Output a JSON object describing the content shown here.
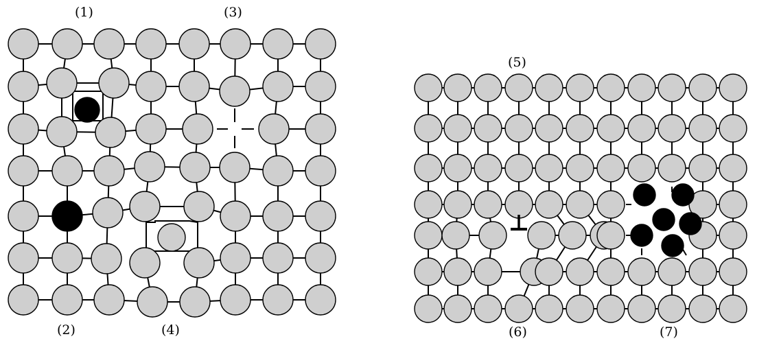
{
  "figure": {
    "labels": {
      "interstitial_impurity": "(1)",
      "substitutional_impurity": "(2)",
      "vacancy": "(3)",
      "self_interstitial": "(4)",
      "dislocation_top": "(5)",
      "dislocation_bottom": "(6)",
      "precipitate": "(7)"
    },
    "colors": {
      "host_atom_fill": "#cfcfcf",
      "atom_stroke": "#000000",
      "impurity_fill": "#000000",
      "bond": "#000000",
      "background": "#ffffff"
    },
    "left_lattice": {
      "rows": 7,
      "cols": 8
    },
    "right_lattice": {
      "rows": 7,
      "cols": 11
    },
    "dislocation_symbol": "⊥"
  }
}
